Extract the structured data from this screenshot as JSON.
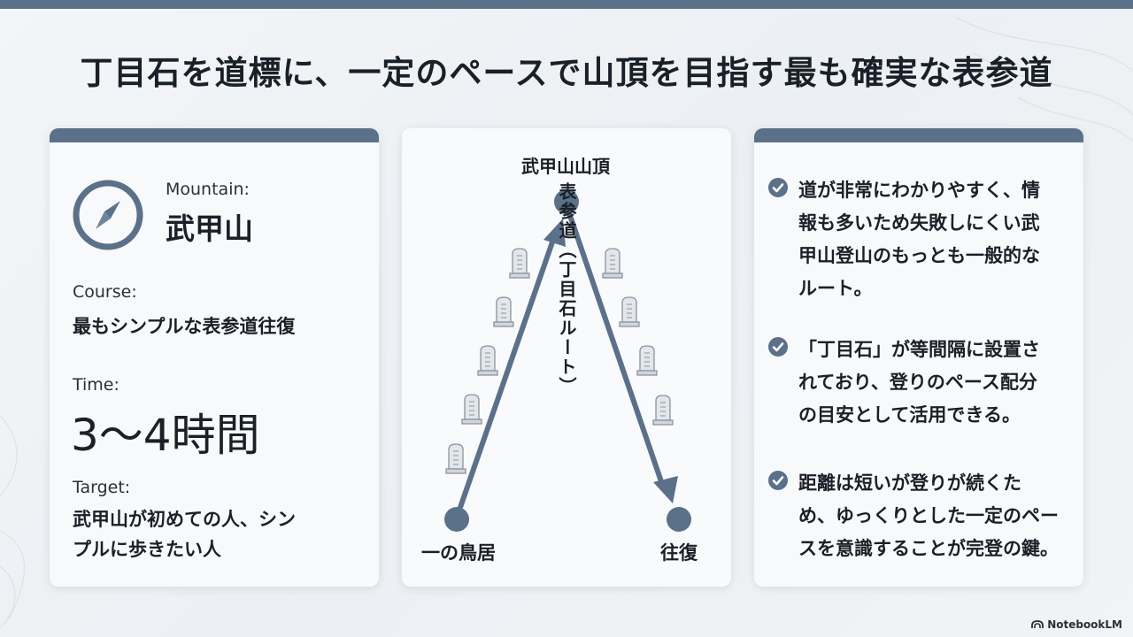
{
  "title": "丁目石を道標に、一定のペースで山頂を目指す最も確実な表参道",
  "left_card": {
    "mountain_label": "Mountain:",
    "mountain_name": "武甲山",
    "course_label": "Course:",
    "course_value": "最もシンプルな表参道往復",
    "time_label": "Time:",
    "time_value": "3〜4時間",
    "target_label": "Target:",
    "target_line1": "武甲山が初めての人、シン",
    "target_line2": "プルに歩きたい人"
  },
  "diagram": {
    "summit_label": "武甲山山頂",
    "start_label": "一の鳥居",
    "return_label": "往復",
    "route_label": "表参道（丁目石ルート）"
  },
  "points": [
    {
      "lines": [
        "道が非常にわかりやすく、情",
        "報も多いため失敗しにくい武",
        "甲山登山のもっとも一般的な",
        "ルート。"
      ]
    },
    {
      "lines": [
        "「丁目石」が等間隔に設置さ",
        "れており、登りのペース配分",
        "の目安として活用できる。"
      ]
    },
    {
      "lines": [
        "距離は短いが登りが続くた",
        "め、ゆっくりとした一定のペー",
        "スを意識することが完登の鍵。"
      ]
    }
  ],
  "brand": "NotebookLM",
  "icons": {
    "compass": "compass-icon",
    "check": "check-circle-icon",
    "marker": "stone-marker-icon",
    "brand": "notebooklm-logo-icon"
  },
  "colors": {
    "accent": "#5b7089",
    "text": "#1a2027",
    "card": "#f8f9fb"
  }
}
